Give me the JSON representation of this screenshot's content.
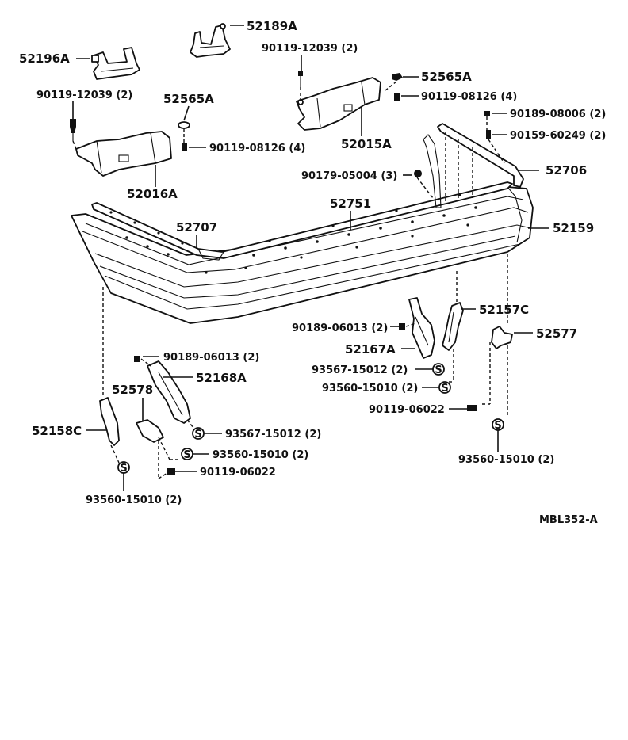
{
  "diagram_code": "MBL352-A",
  "labels": {
    "p52189A": "52189A",
    "p52196A": "52196A",
    "p90119_12039_top": "90119-12039 (2)",
    "p52565A_right": "52565A",
    "p90119_08126_right": "90119-08126 (4)",
    "p90119_12039_left": "90119-12039 (2)",
    "p52565A_left": "52565A",
    "p52015A": "52015A",
    "p90189_08006": "90189-08006 (2)",
    "p90159_60249": "90159-60249 (2)",
    "p90119_08126_left": "90119-08126 (4)",
    "p90179_05004": "90179-05004 (3)",
    "p52706": "52706",
    "p52016A": "52016A",
    "p52751": "52751",
    "p52159": "52159",
    "p52707": "52707",
    "p52157C": "52157C",
    "p90189_06013_right": "90189-06013 (2)",
    "p52577": "52577",
    "p52167A": "52167A",
    "p90189_06013_left": "90189-06013 (2)",
    "p93567_15012_right": "93567-15012 (2)",
    "p52168A": "52168A",
    "p93560_15010_mid": "93560-15010 (2)",
    "p52578": "52578",
    "p90119_06022_right": "90119-06022",
    "p52158C": "52158C",
    "p93567_15012_left": "93567-15012 (2)",
    "p93560_15010_left": "93560-15010 (2)",
    "p93560_15010_right": "93560-15010 (2)",
    "p90119_06022_left": "90119-06022",
    "p93560_15010_bottom": "93560-15010 (2)"
  },
  "symbols": {
    "clip_mark": "S"
  }
}
